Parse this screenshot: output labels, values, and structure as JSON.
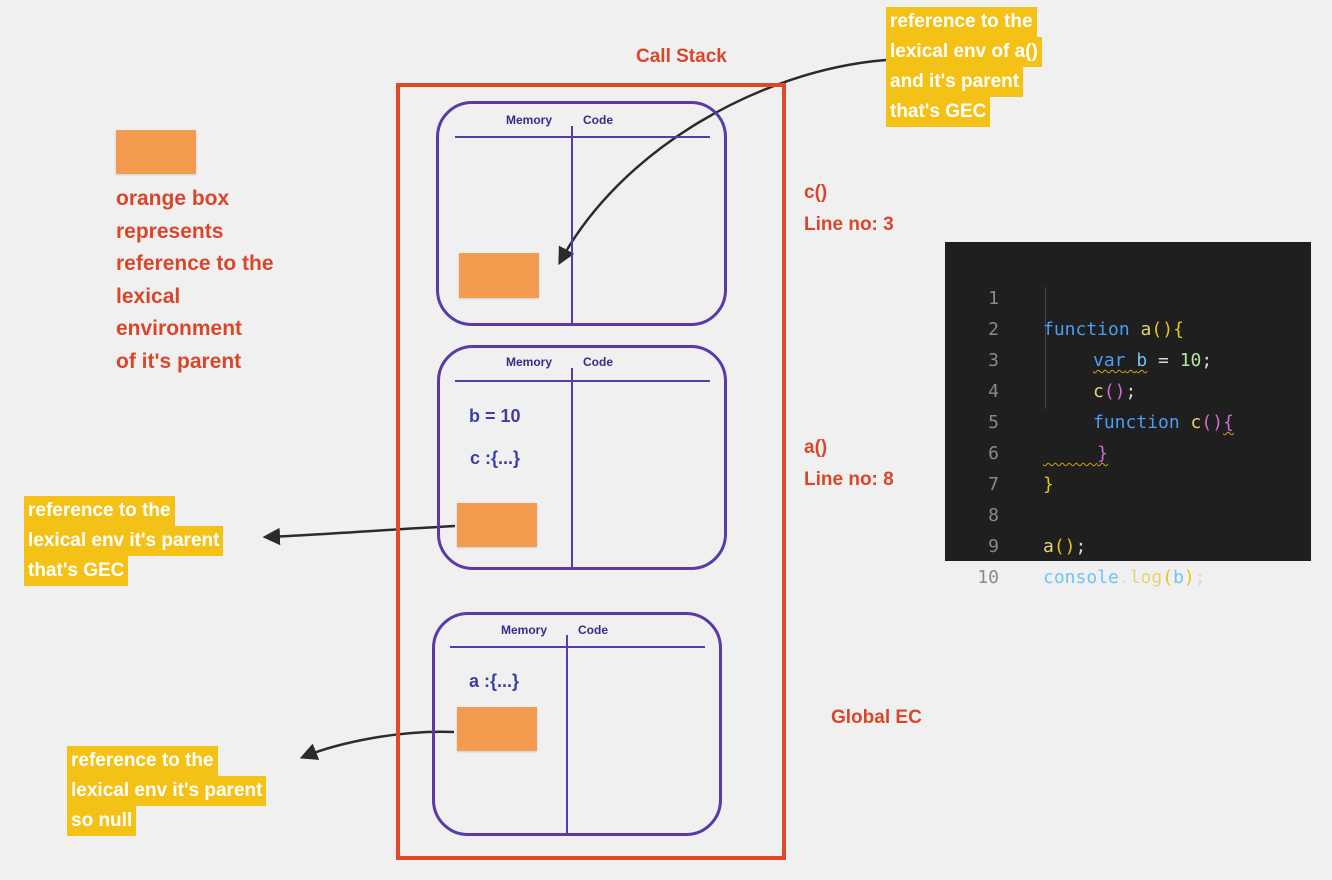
{
  "call_stack": {
    "title": "Call Stack",
    "frames": [
      {
        "memory_header": "Memory",
        "code_header": "Code",
        "memory_entries": []
      },
      {
        "memory_header": "Memory",
        "code_header": "Code",
        "memory_entries": [
          "b = 10",
          "c :{...}"
        ]
      },
      {
        "memory_header": "Memory",
        "code_header": "Code",
        "memory_entries": [
          "a :{...}"
        ]
      }
    ]
  },
  "legend": {
    "lines": [
      "orange box",
      "represents",
      "reference to the",
      "lexical",
      "environment",
      "of it's parent"
    ]
  },
  "frame_labels": {
    "c": {
      "name": "c()",
      "line": "Line no: 3"
    },
    "a": {
      "name": "a()",
      "line": "Line no: 8"
    },
    "global": {
      "name": "Global EC"
    }
  },
  "notes": {
    "top_right": [
      "reference to the",
      "lexical env of a()",
      "and it's parent",
      "that's GEC"
    ],
    "middle_left": [
      "reference to the",
      "lexical env it's parent",
      "that's GEC"
    ],
    "bottom_left": [
      "reference to the",
      "lexical env it's parent",
      "so null"
    ]
  },
  "code": {
    "line_numbers": [
      "1",
      "2",
      "3",
      "4",
      "5",
      "6",
      "7",
      "8",
      "9",
      "10"
    ],
    "l1": {
      "kw": "function",
      "name": "a",
      "parens": "()",
      "brace": "{"
    },
    "l2": {
      "kw": "var",
      "name": "b",
      "op": " = ",
      "num": "10",
      "semi": ";"
    },
    "l3": {
      "name": "c",
      "parens": "()",
      "semi": ";"
    },
    "l4": {
      "kw": "function",
      "name": "c",
      "parens": "()",
      "brace": "{"
    },
    "l5": {
      "brace": "}"
    },
    "l6": {
      "brace": "}"
    },
    "l8": {
      "name": "a",
      "parens": "()",
      "semi": ";"
    },
    "l9": {
      "obj": "console",
      "dot": ".",
      "method": "log",
      "open": "(",
      "arg": "b",
      "close": ")",
      "semi": ";"
    }
  },
  "colors": {
    "accent_red": "#e0482a",
    "frame_purple": "#5b3aa8",
    "orange_box": "#f39b4f",
    "note_yellow": "#f4c216",
    "code_bg": "#1f1f1f"
  }
}
